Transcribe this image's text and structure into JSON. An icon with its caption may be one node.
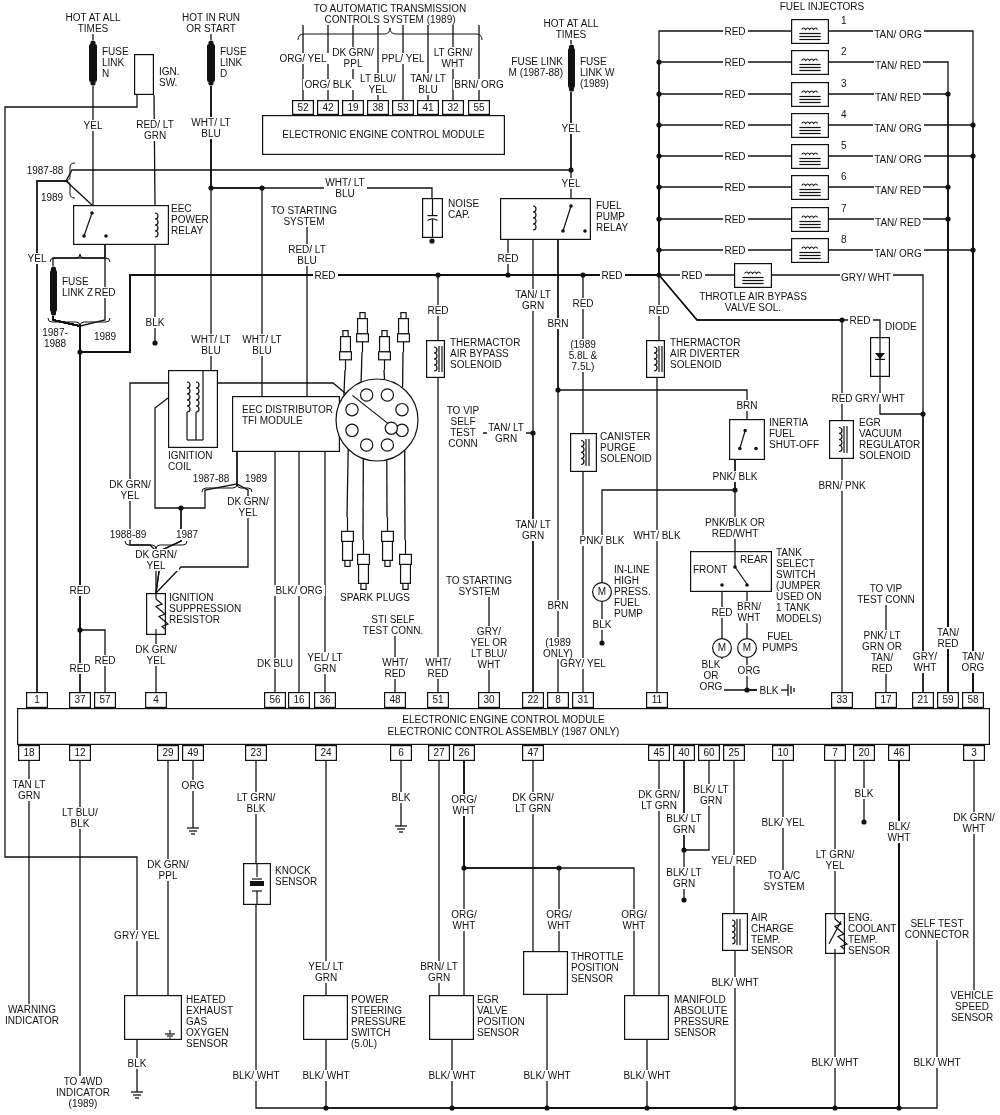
{
  "diagram": {
    "nodes": [
      {
        "text": [
          "HOT AT ALL TIMES"
        ]
      },
      {
        "text": [
          "FUSE LINK N"
        ]
      },
      {
        "text": [
          "IGN. SW."
        ]
      },
      {
        "text": [
          "HOT IN RUN OR START"
        ]
      },
      {
        "text": [
          "FUSE LINK D"
        ]
      },
      {
        "text": [
          "TO AUTOMATIC TRANSMISSION CONTROLS SYSTEM (1989)"
        ]
      },
      {
        "text": [
          "52"
        ]
      },
      {
        "text": [
          "42"
        ]
      },
      {
        "text": [
          "19"
        ]
      },
      {
        "text": [
          "38"
        ]
      },
      {
        "text": [
          "53"
        ]
      },
      {
        "text": [
          "41"
        ]
      },
      {
        "text": [
          "32"
        ]
      },
      {
        "text": [
          "55"
        ]
      },
      {
        "text": [
          "ELECTRONIC ENGINE CONTROL MODULE"
        ]
      },
      {
        "text": [
          "HOT AT ALL TIMES"
        ]
      },
      {
        "text": [
          "FUSE LINK M (1987-88)",
          "FUSE LINK W (1989)"
        ]
      },
      {
        "text": [
          "1"
        ]
      },
      {
        "text": [
          "2"
        ]
      },
      {
        "text": [
          "3"
        ]
      },
      {
        "text": [
          "4"
        ]
      },
      {
        "text": [
          "5"
        ]
      },
      {
        "text": [
          "6"
        ]
      },
      {
        "text": [
          "7"
        ]
      },
      {
        "text": [
          "8"
        ]
      },
      {
        "text": [
          "EEC POWER RELAY"
        ]
      },
      {
        "text": [
          "NOISE CAP."
        ]
      },
      {
        "text": [
          "TO STARTING SYSTEM"
        ]
      },
      {
        "text": [
          "FUEL PUMP RELAY"
        ]
      },
      {
        "text": [
          "FUSE LINK Z"
        ]
      },
      {
        "text": [
          "THROTLE AIR BYPASS VALVE SOL."
        ]
      },
      {
        "text": [
          "DIODE"
        ]
      },
      {
        "text": [],
        "shape": "picture"
      },
      {
        "text": [],
        "shape": "picture"
      },
      {
        "text": [],
        "shape": "picture"
      },
      {
        "text": [],
        "shape": "picture"
      },
      {
        "text": [
          "THERMACTOR AIR BYPASS SOLENOID"
        ]
      },
      {
        "text": [
          "THERMACTOR AIR DIVERTER SOLENOID"
        ]
      },
      {
        "text": [
          "IGNITION COIL"
        ]
      },
      {
        "text": [
          "EEC DISTRIBUTOR TFI MODULE"
        ]
      },
      {
        "text": [],
        "shape": "circle"
      },
      {
        "text": [
          "TO VIP SELF TEST CONN"
        ]
      },
      {
        "text": [
          "CANISTER PURGE SOLENOID"
        ]
      },
      {
        "text": [
          "INERTIA FUEL SHUT-OFF"
        ]
      },
      {
        "text": [
          "EGR VACUUM REGULATOR SOLENOID"
        ]
      },
      {
        "text": [],
        "shape": "picture"
      },
      {
        "text": [],
        "shape": "picture"
      },
      {
        "text": [],
        "shape": "picture"
      },
      {
        "text": [],
        "shape": "picture"
      },
      {
        "text": [
          "M",
          "IN-LINE HIGH PRESS. FUEL PUMP"
        ]
      },
      {
        "text": [
          "FRONT",
          "REAR",
          "TANK SELECT SWITCH (JUMPER USED ON 1 TANK MODELS)"
        ]
      },
      {
        "text": [
          "IGNITION SUPPRESSION RESISTOR"
        ]
      },
      {
        "text": [
          "TO STARTING SYSTEM"
        ]
      },
      {
        "text": [
          "STI SELF TEST CONN."
        ]
      },
      {
        "text": [
          "TO VIP TEST CONN"
        ]
      },
      {
        "text": [
          "M"
        ]
      },
      {
        "text": [
          "M"
        ]
      },
      {
        "text": [
          "1"
        ]
      },
      {
        "text": [
          "37"
        ]
      },
      {
        "text": [
          "57"
        ]
      },
      {
        "text": [
          "4"
        ]
      },
      {
        "text": [
          "56"
        ]
      },
      {
        "text": [
          "16"
        ]
      },
      {
        "text": [
          "36"
        ]
      },
      {
        "text": [
          "48"
        ]
      },
      {
        "text": [
          "51"
        ]
      },
      {
        "text": [
          "30"
        ]
      },
      {
        "text": [
          "22"
        ]
      },
      {
        "text": [
          "8"
        ]
      },
      {
        "text": [
          "31"
        ]
      },
      {
        "text": [
          "11"
        ]
      },
      {
        "text": [
          "33"
        ]
      },
      {
        "text": [
          "17"
        ]
      },
      {
        "text": [
          "21"
        ]
      },
      {
        "text": [
          "59"
        ]
      },
      {
        "text": [
          "58"
        ]
      },
      {
        "text": [
          "ELECTRONIC ENGINE CONTROL MODULE",
          "ELECTRONIC CONTROL ASSEMBLY (1987 ONLY)"
        ]
      },
      {
        "text": [
          "18"
        ]
      },
      {
        "text": [
          "12"
        ]
      },
      {
        "text": [
          "29"
        ]
      },
      {
        "text": [
          "49"
        ]
      },
      {
        "text": [
          "23"
        ]
      },
      {
        "text": [
          "24"
        ]
      },
      {
        "text": [
          "6"
        ]
      },
      {
        "text": [
          "27"
        ]
      },
      {
        "text": [
          "26"
        ]
      },
      {
        "text": [
          "47"
        ]
      },
      {
        "text": [
          "45"
        ]
      },
      {
        "text": [
          "40"
        ]
      },
      {
        "text": [
          "60"
        ]
      },
      {
        "text": [
          "25"
        ]
      },
      {
        "text": [
          "10"
        ]
      },
      {
        "text": [
          "7"
        ]
      },
      {
        "text": [
          "20"
        ]
      },
      {
        "text": [
          "46"
        ]
      },
      {
        "text": [
          "3"
        ]
      },
      {
        "text": [
          "KNOCK SENSOR"
        ]
      },
      {
        "text": [
          "TO A/C SYSTEM"
        ]
      },
      {
        "text": [
          "THROTTLE POSITION SENSOR"
        ]
      },
      {
        "text": [
          "AIR CHARGE TEMP. SENSOR"
        ]
      },
      {
        "text": [
          "ENG. COOLANT TEMP. SENSOR"
        ]
      },
      {
        "text": [
          "SELF TEST CONNECTOR"
        ]
      },
      {
        "text": [
          "WARNING INDICATOR"
        ]
      },
      {
        "text": [
          "HEATED EXHAUST GAS OXYGEN SENSOR"
        ]
      },
      {
        "text": [
          "POWER STEERING PRESSURE SWITCH (5.0L)"
        ]
      },
      {
        "text": [
          "EGR VALVE POSITION SENSOR"
        ]
      },
      {
        "text": [
          "MANIFOLD ABSOLUTE PRESSURE SENSOR"
        ]
      },
      {
        "text": [
          "VEHICLE SPEED SENSOR"
        ]
      },
      {
        "text": [
          "TO 4WD INDICATOR (1989)"
        ]
      },
      {
        "text": [
          "BLK"
        ]
      }
    ],
    "edges": [
      {
        "from": 0,
        "to": 1,
        "arrow": "none"
      },
      {
        "from": 3,
        "to": 4,
        "arrow": "none"
      },
      {
        "from": 15,
        "to": 16,
        "arrow": "none"
      },
      {
        "from": 5,
        "to": 6,
        "arrow": "none",
        "label": "ORG/ YEL"
      },
      {
        "from": 5,
        "to": 7,
        "arrow": "none",
        "label": "ORG/ BLK"
      },
      {
        "from": 5,
        "to": 8,
        "arrow": "none",
        "label": "DK GRN/ PPL"
      },
      {
        "from": 5,
        "to": 9,
        "arrow": "none",
        "label": "LT BLU/ YEL"
      },
      {
        "from": 5,
        "to": 10,
        "arrow": "none",
        "label": "PPL/ YEL"
      },
      {
        "from": 5,
        "to": 11,
        "arrow": "none",
        "label": "TAN/ LT BLU"
      },
      {
        "from": 5,
        "to": 12,
        "arrow": "none",
        "label": "LT GRN/ WHT"
      },
      {
        "from": 5,
        "to": 13,
        "arrow": "none",
        "label": "BRN/ ORG"
      },
      {
        "from": 1,
        "to": 25,
        "arrow": "none",
        "label": "YEL"
      },
      {
        "from": 2,
        "to": 25,
        "arrow": "none",
        "label": "RED/ LT GRN"
      },
      {
        "from": 25,
        "to": null,
        "arrow": "other",
        "label": "BLK"
      },
      {
        "from": 2,
        "to": 103,
        "arrow": "none",
        "label": "GRY/ YEL"
      },
      {
        "from": 4,
        "to": 38,
        "arrow": "none",
        "label": "WHT/ LT BLU"
      },
      {
        "from": 4,
        "to": 39,
        "arrow": "none",
        "label": "WHT/ LT BLU"
      },
      {
        "from": 4,
        "to": 26,
        "arrow": "none",
        "label": "WHT/ LT BLU"
      },
      {
        "from": 16,
        "to": 28,
        "arrow": "none",
        "label": "YEL"
      },
      {
        "from": 16,
        "to": 57,
        "arrow": "none"
      },
      {
        "from": 25,
        "to": 57,
        "arrow": "none",
        "label": "YEL"
      },
      {
        "from": 25,
        "to": 29,
        "arrow": "none"
      },
      {
        "from": 25,
        "to": 58,
        "arrow": "none",
        "label": "RED"
      },
      {
        "from": 29,
        "to": 58,
        "arrow": "none",
        "label": "RED"
      },
      {
        "from": 29,
        "to": 59,
        "arrow": "none",
        "label": "RED"
      },
      {
        "from": 29,
        "to": 36,
        "arrow": "none",
        "label": "RED"
      },
      {
        "from": 29,
        "to": 28,
        "arrow": "none",
        "label": "RED"
      },
      {
        "from": 29,
        "to": 42,
        "arrow": "none",
        "label": "RED"
      },
      {
        "from": 29,
        "to": 30,
        "arrow": "none",
        "label": "RED"
      },
      {
        "from": 29,
        "to": 37,
        "arrow": "none",
        "label": "RED"
      },
      {
        "from": 29,
        "to": 17,
        "arrow": "none",
        "label": "RED"
      },
      {
        "from": 29,
        "to": 18,
        "arrow": "none",
        "label": "RED"
      },
      {
        "from": 29,
        "to": 19,
        "arrow": "none",
        "label": "RED"
      },
      {
        "from": 29,
        "to": 20,
        "arrow": "none",
        "label": "RED"
      },
      {
        "from": 29,
        "to": 21,
        "arrow": "none",
        "label": "RED"
      },
      {
        "from": 29,
        "to": 22,
        "arrow": "none",
        "label": "RED"
      },
      {
        "from": 29,
        "to": 23,
        "arrow": "none",
        "label": "RED"
      },
      {
        "from": 29,
        "to": 24,
        "arrow": "none",
        "label": "RED"
      },
      {
        "from": 29,
        "to": 31,
        "arrow": "none",
        "label": "RED"
      },
      {
        "from": 29,
        "to": 44,
        "arrow": "none",
        "label": "RED"
      },
      {
        "from": 17,
        "to": 75,
        "arrow": "none",
        "label": "TAN/ ORG"
      },
      {
        "from": 18,
        "to": 74,
        "arrow": "none",
        "label": "TAN/ RED"
      },
      {
        "from": 19,
        "to": 74,
        "arrow": "none",
        "label": "TAN/ RED"
      },
      {
        "from": 20,
        "to": 75,
        "arrow": "none",
        "label": "TAN/ ORG"
      },
      {
        "from": 21,
        "to": 75,
        "arrow": "none",
        "label": "TAN/ ORG"
      },
      {
        "from": 22,
        "to": 74,
        "arrow": "none",
        "label": "TAN/ RED"
      },
      {
        "from": 23,
        "to": 74,
        "arrow": "none",
        "label": "TAN/ RED"
      },
      {
        "from": 24,
        "to": 75,
        "arrow": "none",
        "label": "TAN/ ORG"
      },
      {
        "from": 27,
        "to": 39,
        "arrow": "none",
        "label": "RED/ LT BLU"
      },
      {
        "from": 28,
        "to": 67,
        "arrow": "none",
        "label": "TAN/ LT GRN"
      },
      {
        "from": 41,
        "to": 67,
        "arrow": "none",
        "label": "TAN/ LT GRN"
      },
      {
        "from": 28,
        "to": 43,
        "arrow": "none",
        "label": "BRN"
      },
      {
        "from": 28,
        "to": 68,
        "arrow": "none",
        "label": "BRN"
      },
      {
        "from": 42,
        "to": 69,
        "arrow": "none",
        "label": "GRY/ YEL"
      },
      {
        "from": 43,
        "to": 49,
        "arrow": "none",
        "label": "PNK/ BLK"
      },
      {
        "from": 43,
        "to": 50,
        "arrow": "none",
        "label": "PNK/BLK OR RED/WHT"
      },
      {
        "from": 49,
        "to": null,
        "arrow": "other",
        "label": "BLK"
      },
      {
        "from": 50,
        "to": 55,
        "arrow": "none",
        "label": "RED"
      },
      {
        "from": 50,
        "to": 56,
        "arrow": "none",
        "label": "BRN/ WHT"
      },
      {
        "from": 55,
        "to": 109,
        "arrow": "none",
        "label": "BLK OR ORG"
      },
      {
        "from": 56,
        "to": 109,
        "arrow": "none",
        "label": "ORG"
      },
      {
        "from": 39,
        "to": 61,
        "arrow": "none",
        "label": "DK BLU"
      },
      {
        "from": 39,
        "to": 62,
        "arrow": "none",
        "label": "BLK/ ORG"
      },
      {
        "from": 39,
        "to": 63,
        "arrow": "none",
        "label": "YEL/ LT GRN"
      },
      {
        "from": 38,
        "to": 40,
        "arrow": "none"
      },
      {
        "from": 38,
        "to": 51,
        "arrow": "none",
        "label": "DK GRN/ YEL"
      },
      {
        "from": 38,
        "to": 51,
        "arrow": "none"
      },
      {
        "from": 39,
        "to": 51,
        "arrow": "none"
      },
      {
        "from": 39,
        "to": 51,
        "arrow": "none",
        "label": "DK GRN/ YEL"
      },
      {
        "from": 51,
        "to": 60,
        "arrow": "none",
        "label": "DK GRN/ YEL"
      },
      {
        "from": 40,
        "to": 32,
        "arrow": "none"
      },
      {
        "from": 40,
        "to": 33,
        "arrow": "none"
      },
      {
        "from": 40,
        "to": 34,
        "arrow": "none"
      },
      {
        "from": 40,
        "to": 35,
        "arrow": "none"
      },
      {
        "from": 40,
        "to": 45,
        "arrow": "none"
      },
      {
        "from": 40,
        "to": 46,
        "arrow": "none"
      },
      {
        "from": 40,
        "to": 47,
        "arrow": "none"
      },
      {
        "from": 40,
        "to": 48,
        "arrow": "none"
      },
      {
        "from": 52,
        "to": 66,
        "arrow": "none",
        "label": "GRY/ YEL OR LT BLU/ WHT"
      },
      {
        "from": 53,
        "to": 64,
        "arrow": "none",
        "label": "WHT/ RED"
      },
      {
        "from": 36,
        "to": 65,
        "arrow": "none",
        "label": "WHT/ RED"
      },
      {
        "from": 37,
        "to": 70,
        "arrow": "none",
        "label": "WHT/ BLK"
      },
      {
        "from": 44,
        "to": 71,
        "arrow": "none",
        "label": "BRN/ PNK"
      },
      {
        "from": 54,
        "to": 72,
        "arrow": "none",
        "label": "PNK/ LT GRN OR TAN/ RED"
      },
      {
        "from": 30,
        "to": 73,
        "arrow": "none",
        "label": "GRY/ WHT"
      },
      {
        "from": 31,
        "to": 73,
        "arrow": "none",
        "label": "GRY/ WHT"
      },
      {
        "from": 77,
        "to": 102,
        "arrow": "none",
        "label": "TAN LT GRN"
      },
      {
        "from": 78,
        "to": 108,
        "arrow": "none",
        "label": "LT BLU/ BLK"
      },
      {
        "from": 79,
        "to": 103,
        "arrow": "none",
        "label": "DK GRN/ PPL"
      },
      {
        "from": 80,
        "to": null,
        "arrow": "none",
        "label": "ORG"
      },
      {
        "from": 81,
        "to": 96,
        "arrow": "none",
        "label": "LT GRN/ BLK"
      },
      {
        "from": 82,
        "to": 104,
        "arrow": "none",
        "label": "YEL/ LT GRN"
      },
      {
        "from": 83,
        "to": null,
        "arrow": "none",
        "label": "BLK"
      },
      {
        "from": 84,
        "to": 105,
        "arrow": "none",
        "label": "BRN/ LT GRN"
      },
      {
        "from": 85,
        "to": 105,
        "arrow": "none",
        "label": "ORG/ WHT"
      },
      {
        "from": 85,
        "to": 98,
        "arrow": "none",
        "label": "ORG/ WHT"
      },
      {
        "from": 85,
        "to": 106,
        "arrow": "none",
        "label": "ORG/ WHT"
      },
      {
        "from": 86,
        "to": 98,
        "arrow": "none",
        "label": "DK GRN/ LT GRN"
      },
      {
        "from": 87,
        "to": 106,
        "arrow": "none",
        "label": "DK GRN/ LT GRN"
      },
      {
        "from": 89,
        "to": 88,
        "arrow": "none",
        "label": "BLK/ LT GRN"
      },
      {
        "from": 88,
        "to": null,
        "arrow": "other",
        "label": "BLK/ LT GRN"
      },
      {
        "from": 90,
        "to": 99,
        "arrow": "none",
        "label": "YEL/ RED"
      },
      {
        "from": 91,
        "to": 97,
        "arrow": "none",
        "label": "BLK/ YEL"
      },
      {
        "from": 92,
        "to": 100,
        "arrow": "none",
        "label": "LT GRN/ YEL"
      },
      {
        "from": 93,
        "to": null,
        "arrow": "other",
        "label": "BLK"
      },
      {
        "from": 95,
        "to": 107,
        "arrow": "none",
        "label": "DK GRN/ WHT"
      },
      {
        "from": 103,
        "to": null,
        "arrow": "none",
        "label": "BLK"
      },
      {
        "from": 96,
        "to": 94,
        "arrow": "none",
        "label": "BLK/ WHT"
      },
      {
        "from": 104,
        "to": 94,
        "arrow": "none",
        "label": "BLK/ WHT"
      },
      {
        "from": 105,
        "to": 94,
        "arrow": "none",
        "label": "BLK/ WHT"
      },
      {
        "from": 98,
        "to": 94,
        "arrow": "none",
        "label": "BLK/ WHT"
      },
      {
        "from": 106,
        "to": 94,
        "arrow": "none",
        "label": "BLK/ WHT"
      },
      {
        "from": 99,
        "to": 94,
        "arrow": "none",
        "label": "BLK/ WHT"
      },
      {
        "from": 100,
        "to": 94,
        "arrow": "none",
        "label": "BLK/ WHT"
      },
      {
        "from": 101,
        "to": 94,
        "arrow": "none",
        "label": "BLK/ WHT"
      },
      {
        "from": 109,
        "to": null,
        "arrow": "none"
      }
    ],
    "labels": [
      "FUEL INJECTORS",
      "1987-88",
      "YEL",
      "1989",
      "RED",
      "RED",
      "BRN",
      "1987-1988",
      "1989",
      "WHT/ LT BLU",
      "(1989 5.8L & 7.5L)",
      "1987-88",
      "1989",
      "PNK/ BLK",
      "1988-89",
      "1987",
      "TAN/ LT GRN",
      "DK GRN/ YEL",
      "SPARK PLUGS",
      "RED",
      "(1989 ONLY)",
      "FUEL PUMPS",
      "GRY/ WHT",
      "TAN/ RED",
      "TAN/ ORG",
      "ORG/ WHT",
      "BLK/ LT GRN",
      "BLK/ WHT"
    ]
  }
}
